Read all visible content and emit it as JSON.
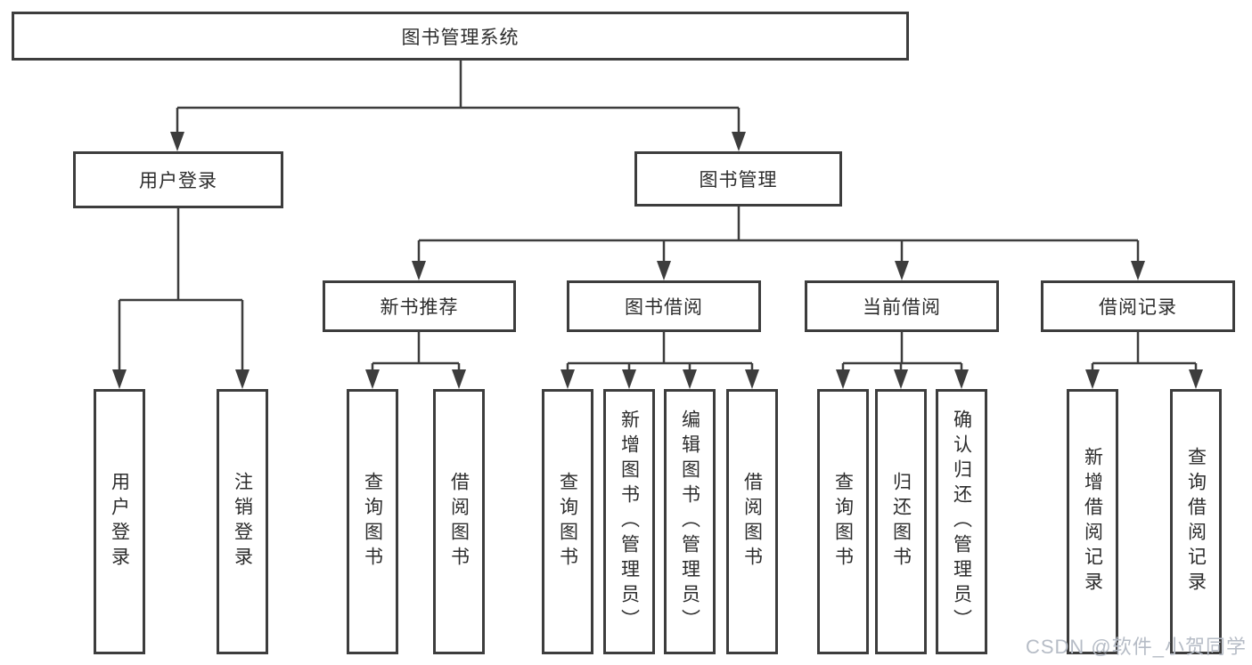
{
  "diagram_title": "图书管理系统",
  "tree": {
    "root": {
      "label": "图书管理系统"
    },
    "branches": [
      {
        "label": "用户登录",
        "children": [
          "用户登录",
          "注销登录"
        ]
      },
      {
        "label": "图书管理",
        "children": [
          {
            "label": "新书推荐",
            "children": [
              "查询图书",
              "借阅图书"
            ]
          },
          {
            "label": "图书借阅",
            "children": [
              "查询图书",
              "新增图书（管理员）",
              "编辑图书（管理员）",
              "借阅图书"
            ]
          },
          {
            "label": "当前借阅",
            "children": [
              "查询图书",
              "归还图书",
              "确认归还（管理员）"
            ]
          },
          {
            "label": "借阅记录",
            "children": [
              "新增借阅记录",
              "查询借阅记录"
            ]
          }
        ]
      }
    ]
  },
  "watermark": "CSDN @软件_小贺同学",
  "colors": {
    "line": "#3d3d3d",
    "box_border": "#3d3d3d",
    "text": "#2d2d2d",
    "background": "#ffffff",
    "watermark": "#b6bcc6"
  }
}
